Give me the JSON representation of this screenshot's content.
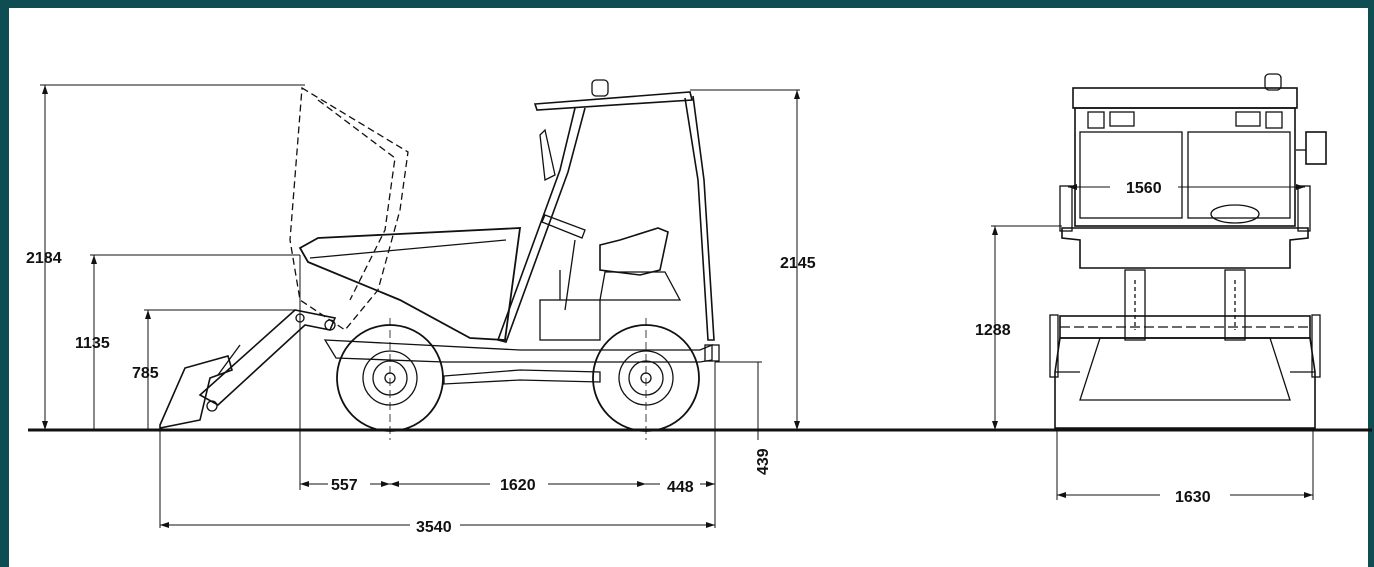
{
  "colors": {
    "frame": "#0e4d52",
    "paper": "#ffffff",
    "ink": "#111111"
  },
  "side_view": {
    "height_raised_hopper": "2184",
    "height_pivot": "1135",
    "height_lip": "785",
    "height_cab": "2145",
    "front_overhang": "557",
    "wheelbase": "1620",
    "rear_overhang": "448",
    "ground_clearance": "439",
    "overall_length": "3540"
  },
  "front_view": {
    "track_upper": "1560",
    "body_height": "1288",
    "overall_width": "1630"
  }
}
